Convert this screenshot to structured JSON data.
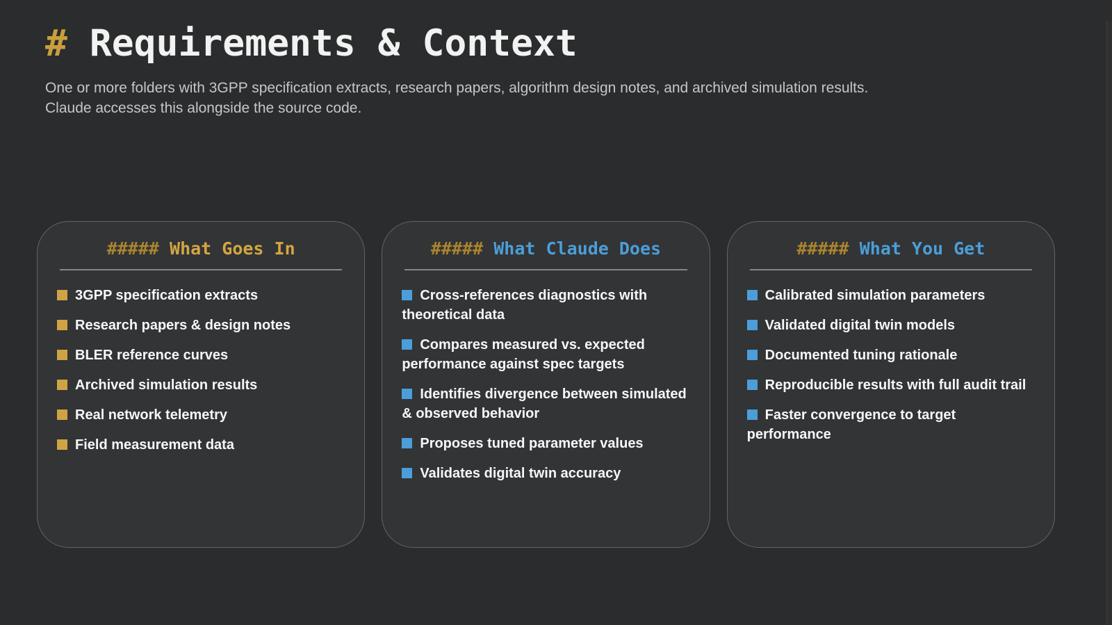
{
  "page": {
    "title_marker": "#",
    "title": "Requirements & Context",
    "subtitle_lines": [
      "One or more folders with 3GPP specification extracts, research papers, algorithm design notes, and archived simulation results.",
      "Claude accesses this alongside the source code."
    ]
  },
  "colors": {
    "title_marker_gold": "#c99e3d",
    "hash_marker_gold": "#ab842e",
    "gold_accent": "#cfa343",
    "blue_accent": "#4c9ed8",
    "background": "#2a2c2d",
    "card_background": "#323436",
    "card_border": "#626466",
    "body_text": "#f7f7f7",
    "subtitle_text": "#c6c7c8"
  },
  "cards": [
    {
      "heading_marker": "#####",
      "heading": "What Goes In",
      "accent": "#cfa343",
      "heading_color": "#d4a640",
      "items": [
        "3GPP specification extracts",
        "Research papers & design notes",
        "BLER reference curves",
        "Archived simulation results",
        "Real network telemetry",
        "Field measurement data"
      ]
    },
    {
      "heading_marker": "#####",
      "heading": "What Claude Does",
      "accent": "#4c9ed8",
      "heading_color": "#4c9ed8",
      "items": [
        "Cross-references diagnostics with theoretical data",
        "Compares measured vs. expected performance against spec targets",
        "Identifies divergence between simulated & observed behavior",
        "Proposes tuned parameter values",
        "Validates digital twin accuracy"
      ]
    },
    {
      "heading_marker": "#####",
      "heading": "What You Get",
      "accent": "#4c9ed8",
      "heading_color": "#4c9ed8",
      "items": [
        "Calibrated simulation parameters",
        "Validated digital twin models",
        "Documented tuning rationale",
        "Reproducible results with full audit trail",
        "Faster convergence to target performance"
      ]
    }
  ]
}
